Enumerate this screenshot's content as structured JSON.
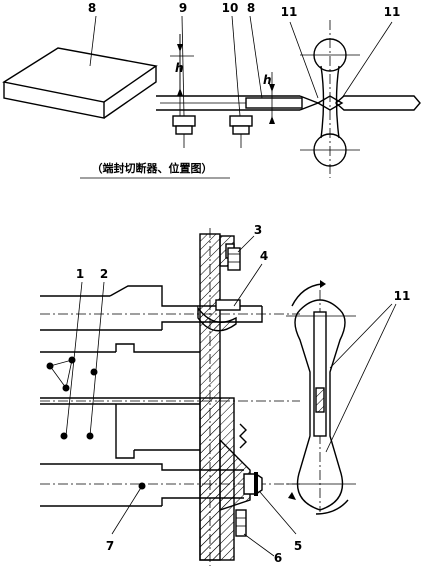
{
  "caption": "（端封切断器、位置图）",
  "labels": {
    "l8_block": "8",
    "l9": "9",
    "l10": "10",
    "l8_top": "8",
    "l11_a": "11",
    "l11_b": "11",
    "l3": "3",
    "l4": "4",
    "l1": "1",
    "l2": "2",
    "l11_c": "11",
    "l7": "7",
    "l5": "5",
    "l6": "6"
  },
  "dimension_marks": {
    "h_left": "h",
    "h_right": "h"
  }
}
